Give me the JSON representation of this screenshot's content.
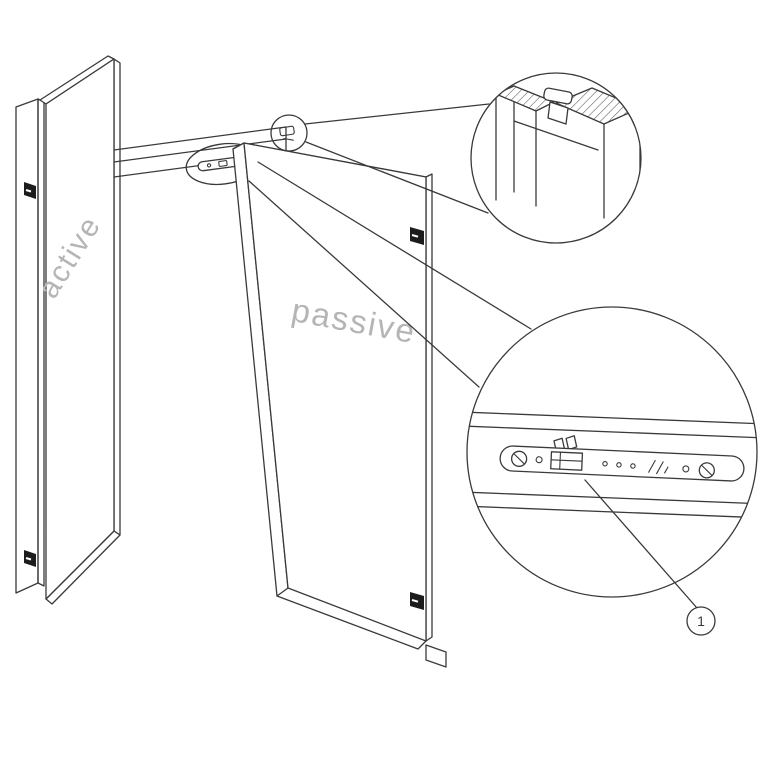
{
  "diagram": {
    "labels": {
      "active_door": "active",
      "passive_door": "passive",
      "detail_callout": "1"
    },
    "colors": {
      "background": "#ffffff",
      "line": "#3a3a3a",
      "label_text": "#b5b5b5",
      "hinge_fill": "#1c1c1c"
    }
  }
}
